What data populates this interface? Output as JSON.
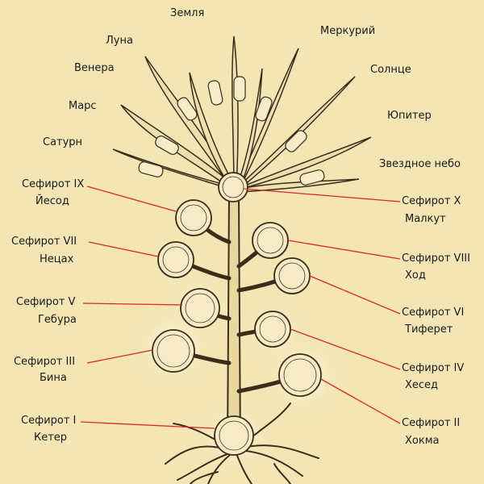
{
  "planets": {
    "earth": "Земля",
    "moon": "Луна",
    "venus": "Венера",
    "mars": "Марс",
    "saturn": "Сатурн",
    "mercury": "Меркурий",
    "sun": "Солнце",
    "jupiter": "Юпитер",
    "starry_sky": "Звездное небо"
  },
  "sephirot": {
    "s1": {
      "num": "Сефирот I",
      "name": "Кетер"
    },
    "s2": {
      "num": "Сефирот II",
      "name": "Хокма"
    },
    "s3": {
      "num": "Сефирот III",
      "name": "Бина"
    },
    "s4": {
      "num": "Сефирот IV",
      "name": "Хесед"
    },
    "s5": {
      "num": "Сефирот V",
      "name": "Гебура"
    },
    "s6": {
      "num": "Сефирот VI",
      "name": "Тиферет"
    },
    "s7": {
      "num": "Сефирот VII",
      "name": "Нецах"
    },
    "s8": {
      "num": "Сефирот VIII",
      "name": "Ход"
    },
    "s9": {
      "num": "Сефирот IX",
      "name": "Йесод"
    },
    "s10": {
      "num": "Сефирот X",
      "name": "Малкут"
    }
  },
  "colors": {
    "background": "#f3e6b4",
    "ink": "#2e2416",
    "leader_line": "#d8262a"
  }
}
